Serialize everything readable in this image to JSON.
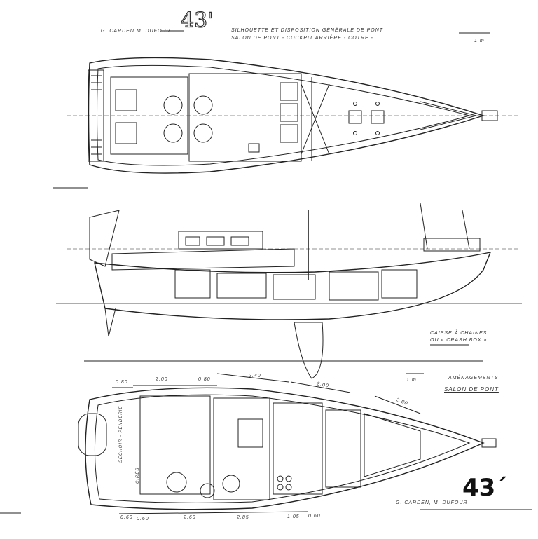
{
  "header": {
    "designers": "G. CARDEN  M. DUFOUR",
    "logo": "43'",
    "subtitle_line1": "SILHOUETTE ET DISPOSITION GÉNÉRALE DE PONT",
    "subtitle_line2": "SALON DE PONT - COCKPIT ARRIÈRE - COTRE -",
    "scale_label": "1 m"
  },
  "profile": {
    "note_line1": "CAISSE À CHAINES",
    "note_line2": "OU « CRASH BOX »",
    "scale_label": "1 m"
  },
  "layout": {
    "heading": "AMÉNAGEMENTS",
    "subheading": "SALON DE PONT",
    "top_dimensions": [
      "0.80",
      "2.00",
      "0.80",
      "2.40",
      "2.00",
      "2.00"
    ],
    "bottom_dimensions": [
      "0.60",
      "0.60",
      "2.60",
      "2.85",
      "1.05",
      "0.60"
    ],
    "label_a": "SECHOIR - PENDERIE",
    "label_b": "CIRÉS",
    "model": "43´",
    "signature": "G. CARDEN, M. DUFOUR"
  }
}
